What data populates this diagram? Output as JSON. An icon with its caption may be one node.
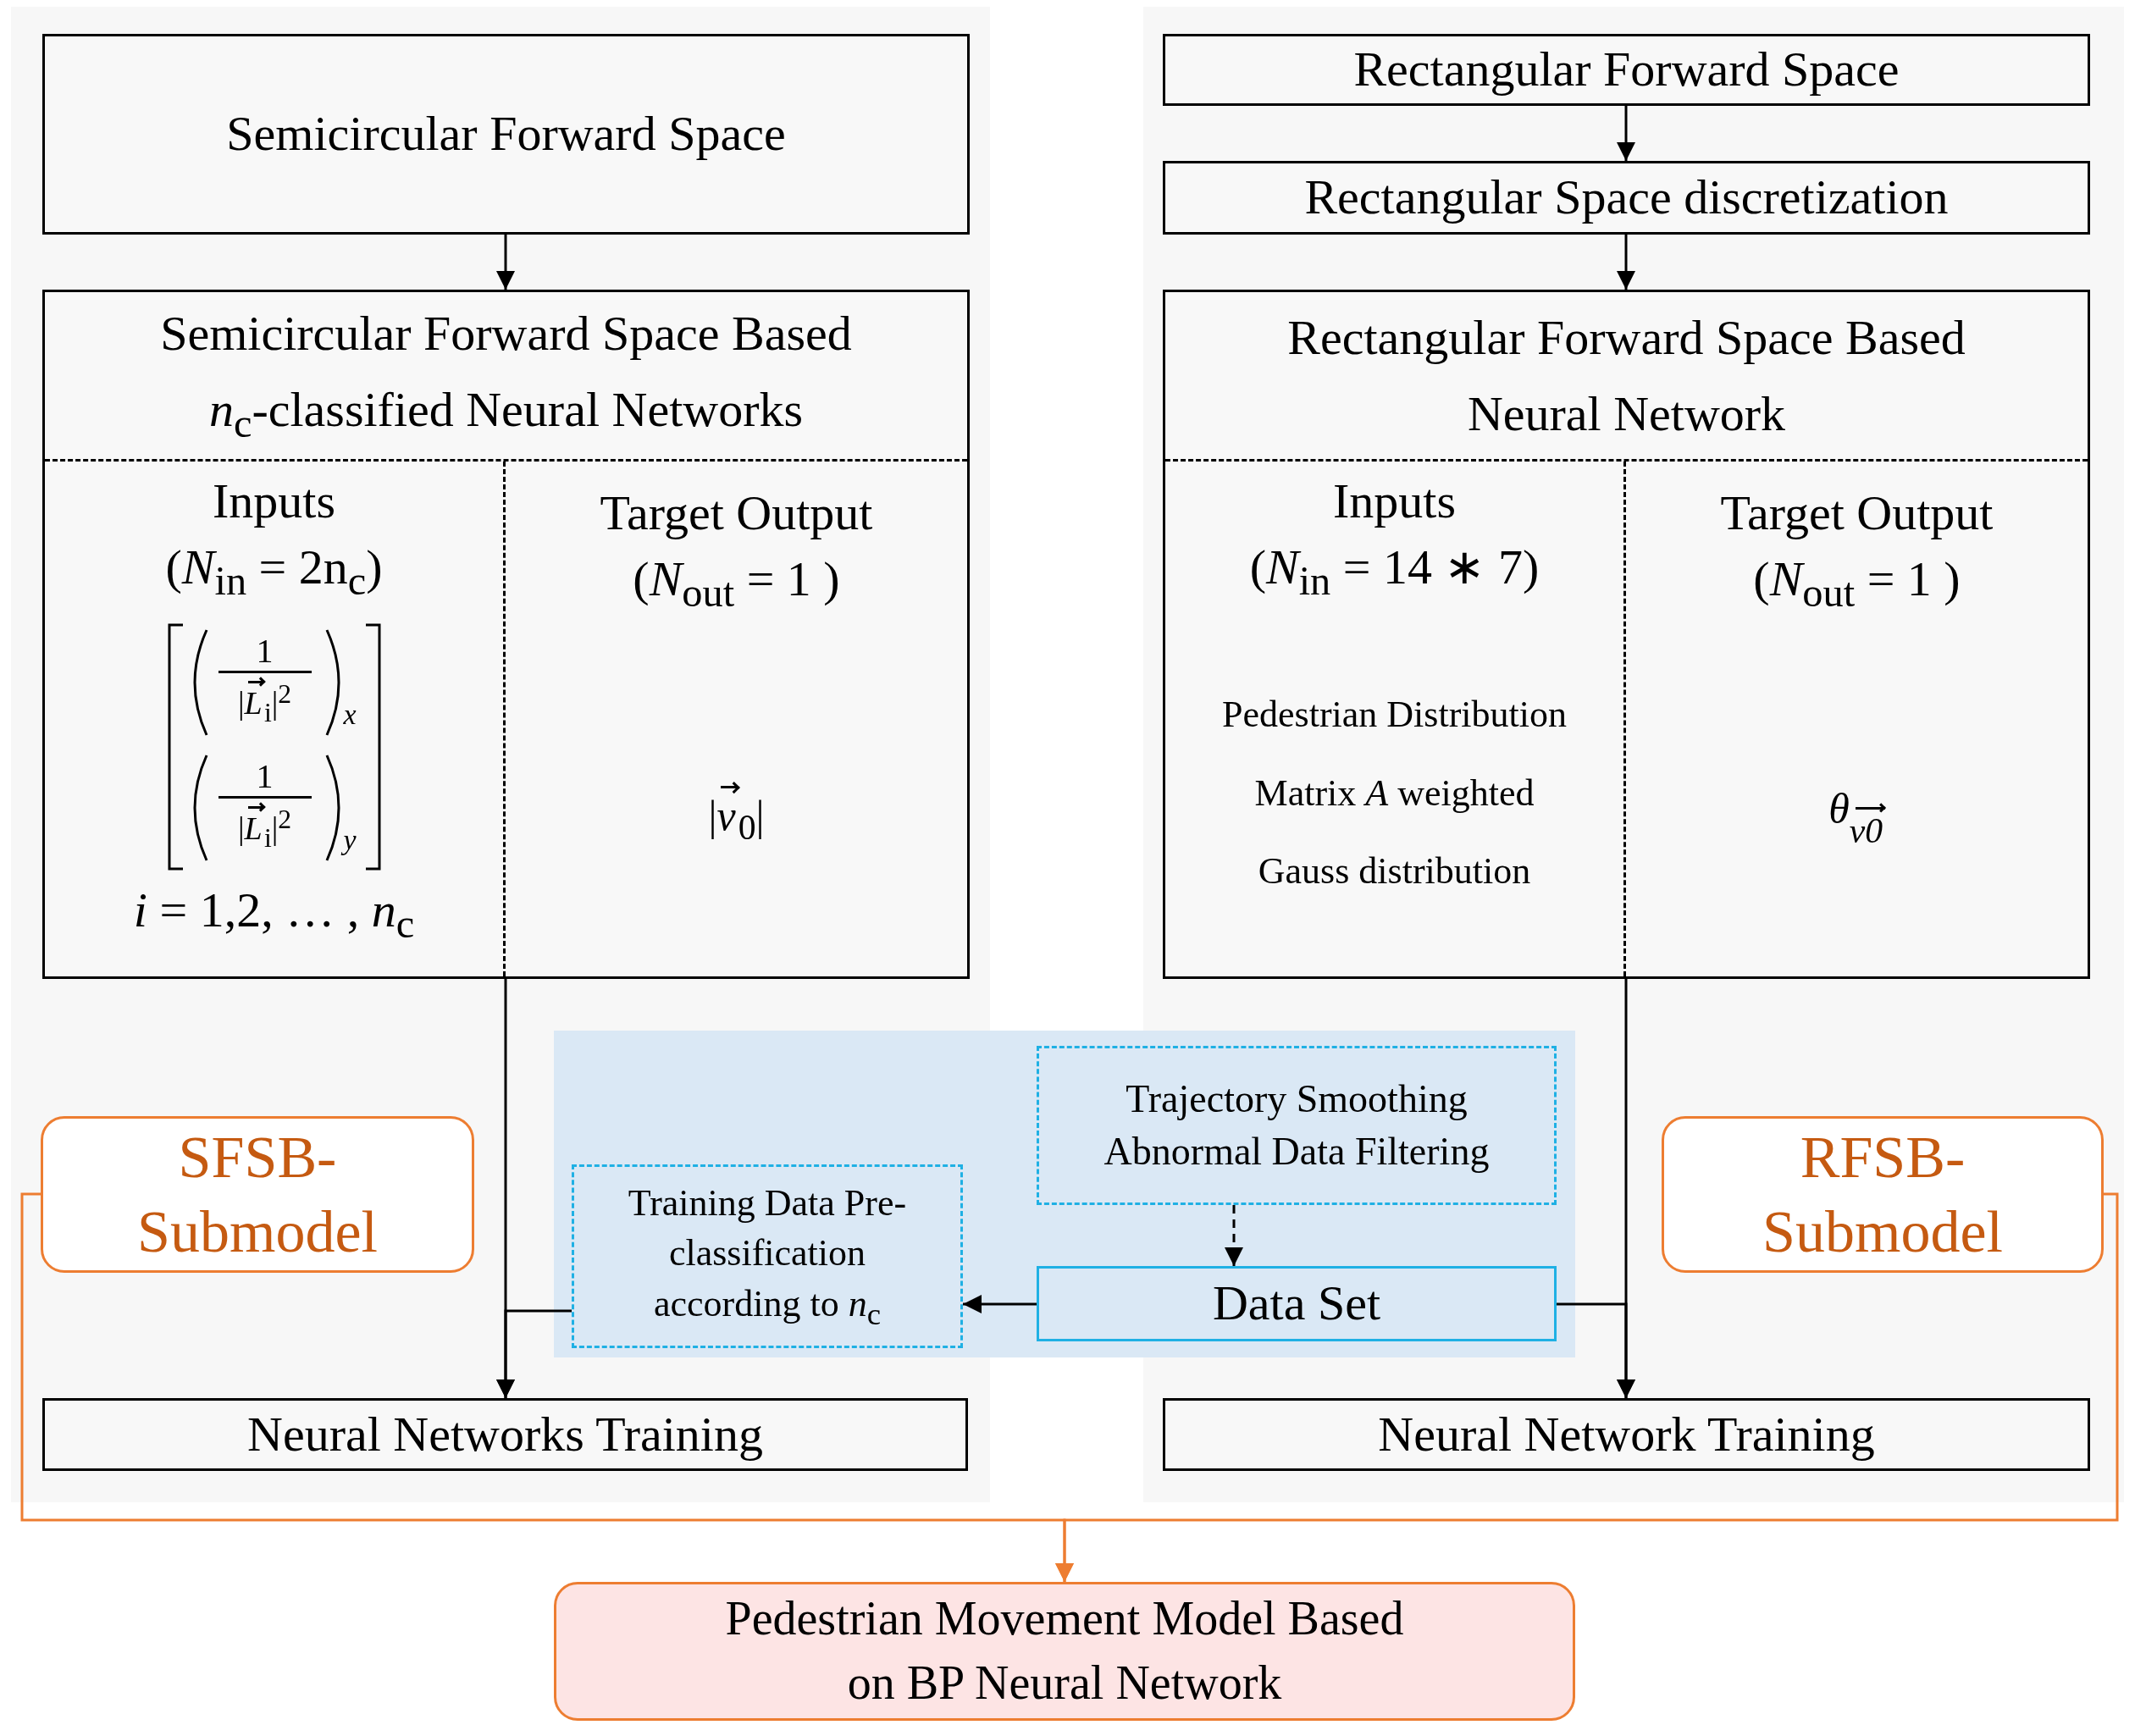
{
  "diagram": {
    "nodes": [
      {
        "text": [
          "Semicircular Forward Space"
        ]
      },
      {
        "text": [
          "Semicircular Forward Space Based *n*$_{c}$-classified Neural Networks",
          "Inputs",
          "(*N*$_{in}$ = 2n$_{c}$)",
          "1",
          "|*L*$_{i}$|$^{2}$",
          "*x*",
          "1",
          "|*L*$_{i}$|$^{2}$",
          "*y*",
          "*i* = 1,2, … , *n*$_{c}$",
          "Target Output",
          "(*N*$_{out}$ = 1 )",
          "|*v*$_{0}$|"
        ]
      },
      {
        "text": [
          "Rectangular Forward Space"
        ]
      },
      {
        "text": [
          "Rectangular Space discretization"
        ]
      },
      {
        "text": [
          "Rectangular Forward Space Based Neural Network",
          "Inputs",
          "(*N*$_{in}$ = 14 ∗ 7)",
          "Pedestrian Distribution Matrix *A* weighted Gauss distribution",
          "Target Output",
          "(*N*$_{out}$ = 1 )",
          "*θ*$_{v0}$"
        ]
      },
      {
        "text": [
          "SFSB-Submodel"
        ]
      },
      {
        "text": [],
        "shape": "box"
      },
      {
        "text": [
          "Trajectory Smoothing Abnormal Data Filtering"
        ],
        "in": 6
      },
      {
        "text": [
          "Training Data Pre-classification according to *n*$_{c}$"
        ],
        "in": 6
      },
      {
        "text": [
          "Data Set"
        ],
        "in": 6
      },
      {
        "text": [
          "RFSB-Submodel"
        ]
      },
      {
        "text": [
          "Neural Networks Training"
        ]
      },
      {
        "text": [
          "Neural Network Training"
        ]
      },
      {
        "text": [
          "Pedestrian Movement Model Based on BP Neural Network"
        ]
      }
    ],
    "edges": [
      {
        "from": 0,
        "to": 1,
        "arrow": "to"
      },
      {
        "from": 2,
        "to": 3,
        "arrow": "to"
      },
      {
        "from": 3,
        "to": 4,
        "arrow": "to"
      },
      {
        "from": 1,
        "to": 11,
        "arrow": "to"
      },
      {
        "from": 8,
        "to": 11,
        "arrow": "to"
      },
      {
        "from": 7,
        "to": 9,
        "arrow": "to",
        "style": "dashed"
      },
      {
        "from": 9,
        "to": 8,
        "arrow": "to"
      },
      {
        "from": 4,
        "to": 12,
        "arrow": "to"
      },
      {
        "from": 9,
        "to": 12,
        "arrow": "to"
      },
      {
        "from": 5,
        "to": 13,
        "arrow": "to",
        "color": "#ed7d31"
      },
      {
        "from": 10,
        "to": 13,
        "arrow": "to",
        "color": "#ed7d31"
      }
    ]
  }
}
